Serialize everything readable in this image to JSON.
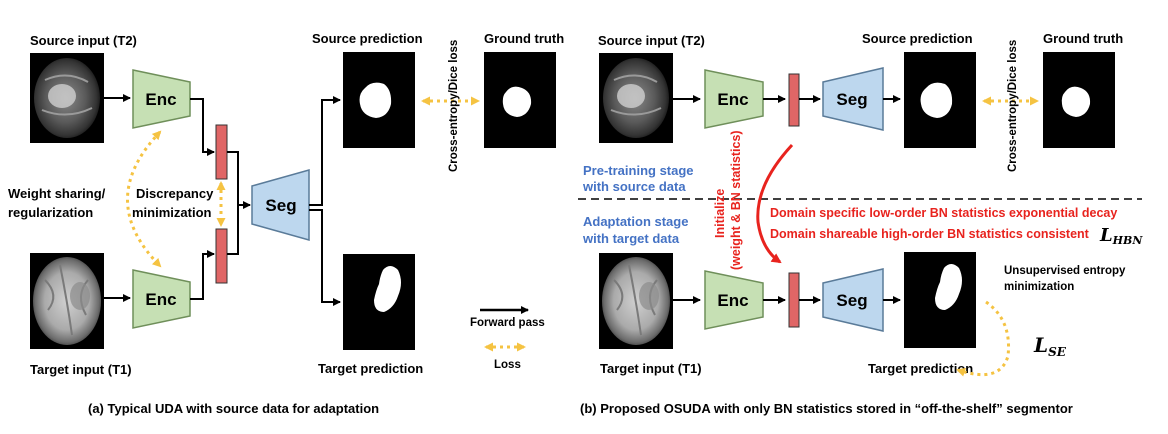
{
  "panel_a": {
    "source_input": "Source input (T2)",
    "target_input": "Target input (T1)",
    "enc": "Enc",
    "seg": "Seg",
    "source_prediction": "Source prediction",
    "ground_truth": "Ground truth",
    "target_prediction": "Target prediction",
    "loss_vertical": "Cross-entropy/Dice loss",
    "weight_sharing_1": "Weight sharing/",
    "weight_sharing_2": "regularization",
    "discrepancy_1": "Discrepancy",
    "discrepancy_2": "minimization",
    "legend_forward": "Forward pass",
    "legend_loss": "Loss",
    "caption": "(a) Typical UDA with source data for adaptation"
  },
  "panel_b": {
    "source_input": "Source input (T2)",
    "target_input": "Target input (T1)",
    "enc": "Enc",
    "seg": "Seg",
    "source_prediction": "Source prediction",
    "ground_truth": "Ground truth",
    "target_prediction": "Target prediction",
    "loss_vertical": "Cross-entropy/Dice loss",
    "pretrain_1": "Pre-training stage",
    "pretrain_2": "with source data",
    "adapt_1": "Adaptation stage",
    "adapt_2": "with target data",
    "initialize_1": "Initialize",
    "initialize_2": "(weight & BN statistics)",
    "decay": "Domain specific low-order BN statistics exponential decay",
    "consistent": "Domain shareable high-order BN statistics consistent",
    "l_hbn_main": "L",
    "l_hbn_sub": "HBN",
    "entropy_1": "Unsupervised entropy",
    "entropy_2": "minimization",
    "l_se_main": "L",
    "l_se_sub": "SE",
    "caption": "(b) Proposed OSUDA with only BN statistics stored in “off-the-shelf” segmentor"
  },
  "colors": {
    "encoder_fill": "#c6e0b4",
    "segmentor_fill": "#bdd7ee",
    "feature_fill": "#e06666",
    "loss_arrow": "#f5c342",
    "accent_red": "#e8231e",
    "accent_blue": "#4472c4"
  }
}
